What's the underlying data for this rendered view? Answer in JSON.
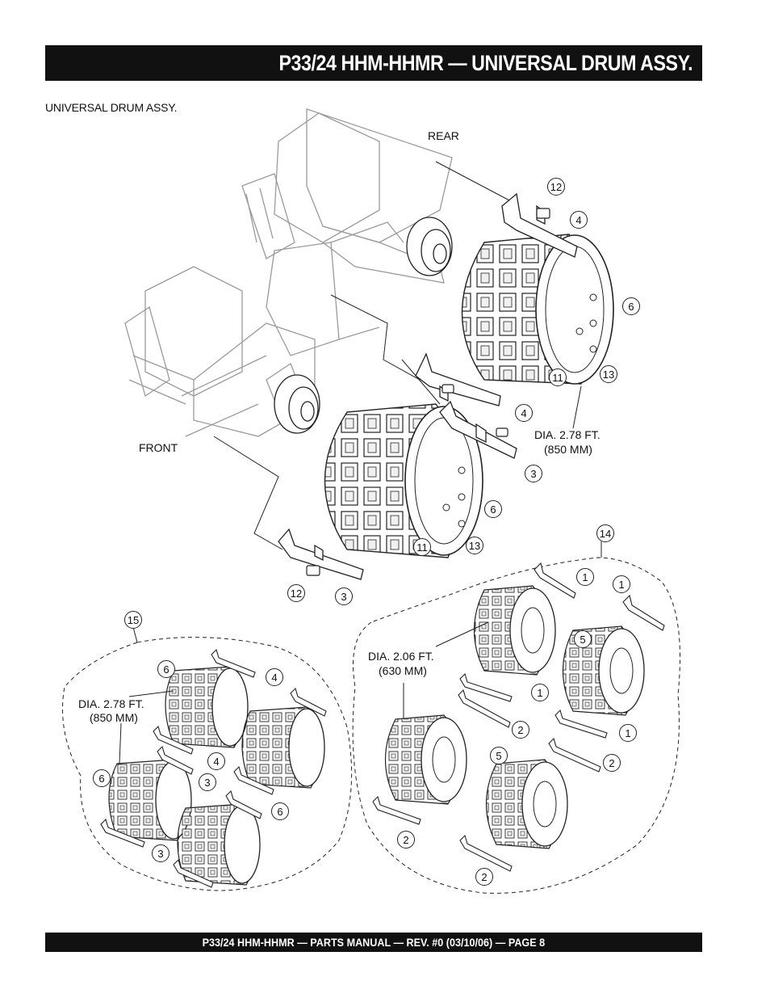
{
  "header": {
    "title": "P33/24 HHM-HHMR — UNIVERSAL DRUM ASSY."
  },
  "section_label": "UNIVERSAL DRUM ASSY.",
  "diagram": {
    "orientation_labels": {
      "rear": "REAR",
      "front": "FRONT"
    },
    "dimension_labels": {
      "large_dia_ft": "DIA. 2.78 FT.",
      "large_dia_mm": "(850 MM)",
      "small_dia_ft": "DIA. 2.06 FT.",
      "small_dia_mm": "(630 MM)"
    },
    "callouts": [
      "12",
      "4",
      "6",
      "11",
      "13",
      "4",
      "3",
      "6",
      "11",
      "13",
      "12",
      "3",
      "14",
      "1",
      "1",
      "5",
      "1",
      "2",
      "1",
      "5",
      "2",
      "2",
      "2",
      "15",
      "6",
      "4",
      "4",
      "3",
      "6",
      "6",
      "3"
    ]
  },
  "footer": {
    "text": "P33/24 HHM-HHMR — PARTS MANUAL — REV. #0 (03/10/06) — PAGE 8"
  },
  "colors": {
    "bar": "#111111",
    "bar_text": "#ffffff",
    "line": "#222222",
    "faint": "#9a9a9a"
  }
}
